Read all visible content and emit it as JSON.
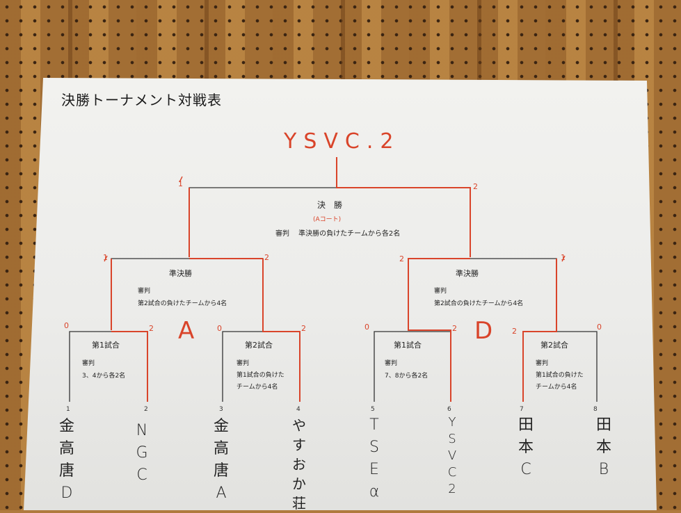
{
  "title": "決勝トーナメント対戦表",
  "winner": "YSVC.2",
  "final": {
    "label": "決　勝",
    "court": "(Aコート)",
    "referee": "審判　 準決勝の負けたチームから各2名"
  },
  "semi_left": {
    "label": "準決勝",
    "referee_label": "審判",
    "referee": "第2試合の負けたチームから4名"
  },
  "semi_right": {
    "label": "準決勝",
    "referee_label": "審判",
    "referee": "第2試合の負けたチームから4名"
  },
  "match1_left": {
    "label": "第1試合",
    "referee_label": "審判",
    "referee": "3、4から各2名"
  },
  "match2_left": {
    "label": "第2試合",
    "referee_label": "審判",
    "referee_line1": "第1試合の負けた",
    "referee_line2": "チームから4名"
  },
  "match1_right": {
    "label": "第1試合",
    "referee_label": "審判",
    "referee": "7、8から各2名"
  },
  "match2_right": {
    "label": "第2試合",
    "referee_label": "審判",
    "referee_line1": "第1試合の負けた",
    "referee_line2": "チームから4名"
  },
  "block_left": "A",
  "block_right": "D",
  "seeds": [
    "1",
    "2",
    "3",
    "4",
    "5",
    "6",
    "7",
    "8"
  ],
  "teams": [
    "金高唐D",
    "NGC",
    "金高唐A",
    "やすおか荘",
    "TSEα",
    "YSVC2",
    "田本C",
    "田本B"
  ],
  "scores": {
    "final_left": "1",
    "final_right": "2",
    "semiL_left": "1",
    "semiL_right": "2",
    "semiR_left": "2",
    "semiR_right": "1",
    "m1L_left": "0",
    "m1L_right": "2",
    "m2L_left": "0",
    "m2L_right": "2",
    "m1R_left": "0",
    "m1R_right": "2",
    "m2R_left": "2",
    "m2R_right": "0"
  },
  "colors": {
    "ink_red": "#d9442a",
    "line_black": "#333333",
    "paper": "#f0f0ed"
  }
}
